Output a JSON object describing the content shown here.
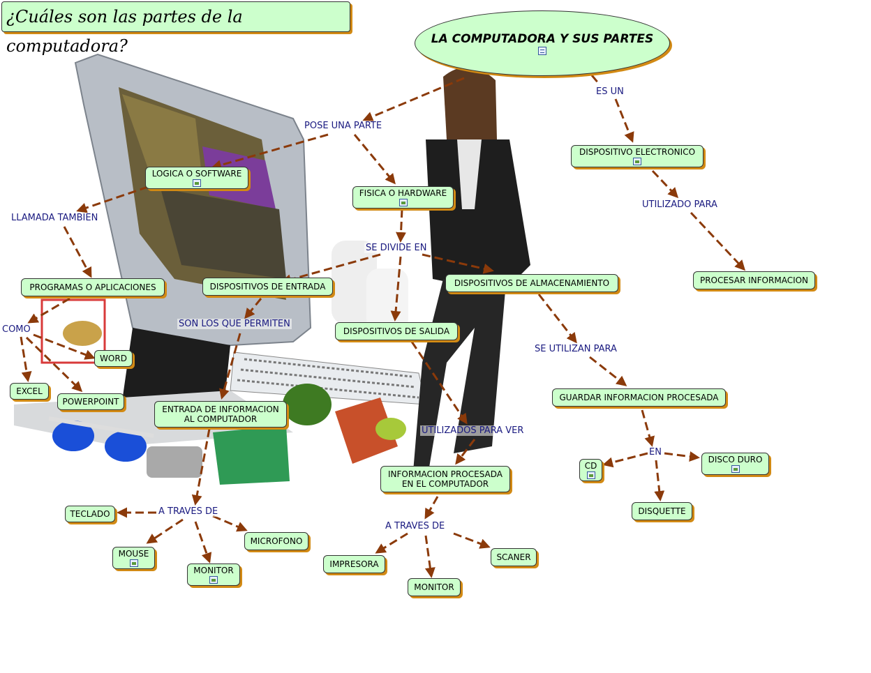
{
  "title": "¿Cuáles son las partes de la computadora?",
  "root": {
    "label": "LA COMPUTADORA Y SUS PARTES"
  },
  "nodes": {
    "dispositivo_electronico": "DISPOSITIVO ELECTRONICO",
    "procesar_informacion": "PROCESAR INFORMACION",
    "logica_software": "LOGICA O SOFTWARE",
    "fisica_hardware": "FISICA O HARDWARE",
    "programas": "PROGRAMAS O APLICACIONES",
    "word": "WORD",
    "excel": "EXCEL",
    "powerpoint": "POWERPOINT",
    "entrada": "DISPOSITIVOS DE ENTRADA",
    "salida": "DISPOSITIVOS DE SALIDA",
    "almacenamiento": "DISPOSITIVOS DE ALMACENAMIENTO",
    "entrada_info_1": "ENTRADA DE INFORMACION",
    "entrada_info_2": "AL COMPUTADOR",
    "info_procesada_1": "INFORMACION PROCESADA",
    "info_procesada_2": "EN EL COMPUTADOR",
    "guardar": "GUARDAR INFORMACION PROCESADA",
    "cd": "CD",
    "disco_duro": "DISCO DURO",
    "disquette": "DISQUETTE",
    "teclado": "TECLADO",
    "mouse": "MOUSE",
    "monitor_in": "MONITOR",
    "microfono": "MICROFONO",
    "impresora": "IMPRESORA",
    "monitor_out": "MONITOR",
    "scaner": "SCANER"
  },
  "links": {
    "es_un": "ES UN",
    "utilizado_para": "UTILIZADO PARA",
    "pose_una_parte": "POSE UNA PARTE",
    "llamada_tambien": "LLAMADA TAMBIEN",
    "como": "COMO",
    "se_divide_en": "SE DIVIDE EN",
    "son_los_que_permiten": "SON LOS QUE PERMITEN",
    "utilizados_para_ver": "UTILIZADOS PARA VER",
    "se_utilizan_para": "SE UTILIZAN PARA",
    "en": "EN",
    "a_traves_de_1": "A TRAVES DE",
    "a_traves_de_2": "A TRAVES DE"
  },
  "colors": {
    "node_fill": "#ccffcc",
    "node_shadow": "#d28a14",
    "arrow": "#8b3a0a",
    "link_text": "#1a1a80"
  },
  "icons": {
    "doc": "document-icon",
    "img": "image-icon"
  }
}
